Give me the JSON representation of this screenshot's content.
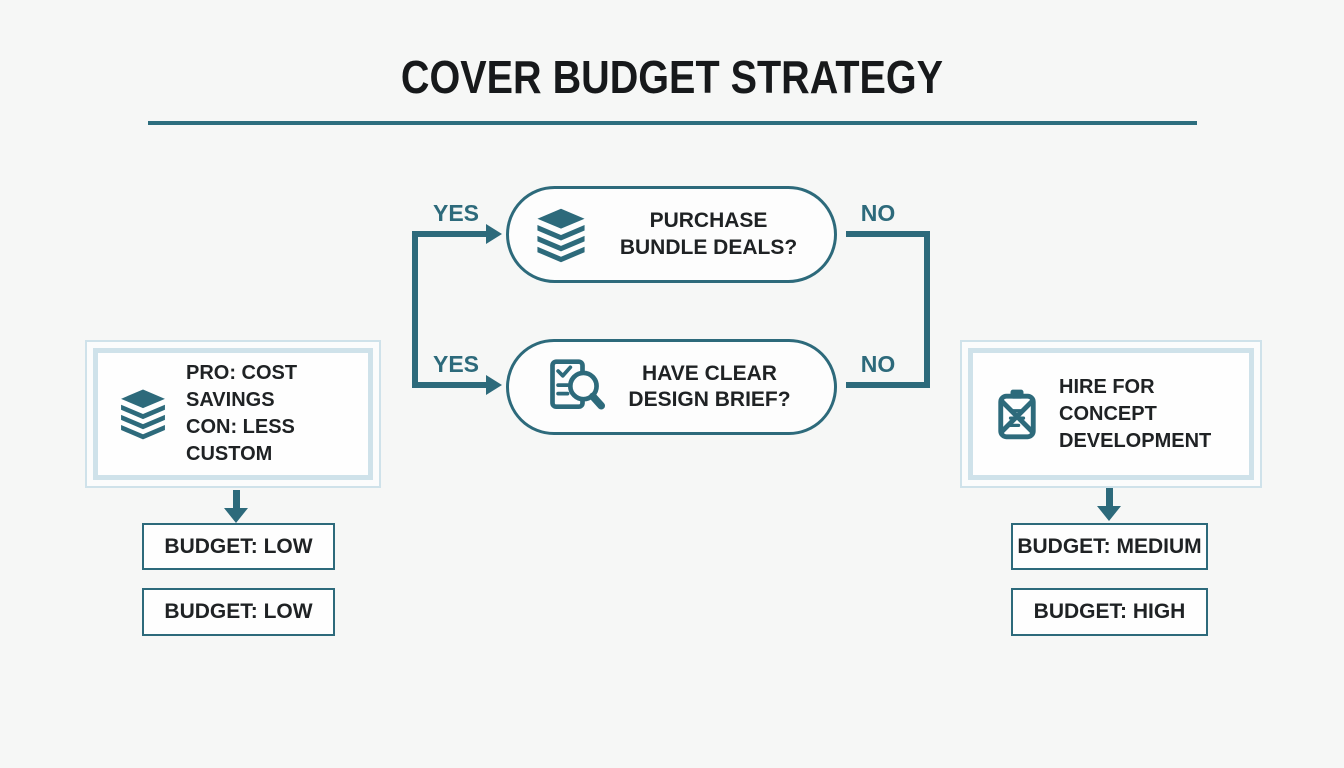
{
  "title": "COVER BUDGET STRATEGY",
  "colors": {
    "teal": "#2d6a7b",
    "light_blue_border": "#cfe2ea",
    "dark_text": "#1f2224",
    "background": "#f6f7f6"
  },
  "decisions": [
    {
      "label": "PURCHASE BUNDLE DEALS?",
      "icon": "books-stack-icon",
      "yes": "YES",
      "no": "NO"
    },
    {
      "label": "HAVE CLEAR DESIGN BRIEF?",
      "icon": "document-search-icon",
      "yes": "YES",
      "no": "NO"
    }
  ],
  "left_box": {
    "icon": "books-stack-icon",
    "line1": "PRO: COST SAVINGS",
    "line2": "CON: LESS CUSTOM"
  },
  "right_box": {
    "icon": "clipboard-x-icon",
    "label": "HIRE FOR CONCEPT DEVELOPMENT"
  },
  "outcomes": {
    "left": [
      "BUDGET: LOW",
      "BUDGET: LOW"
    ],
    "right": [
      "BUDGET: MEDIUM",
      "BUDGET: HIGH"
    ]
  }
}
